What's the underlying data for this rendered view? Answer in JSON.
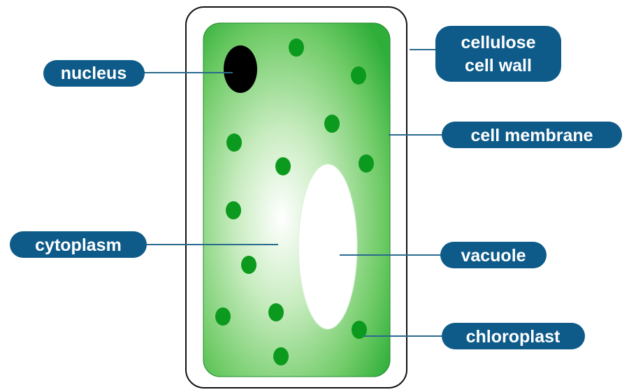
{
  "labels": {
    "nucleus": "nucleus",
    "cytoplasm": "cytoplasm",
    "cell_wall_line1": "cellulose",
    "cell_wall_line2": "cell wall",
    "cell_membrane": "cell membrane",
    "vacuole": "vacuole",
    "chloroplast": "chloroplast"
  },
  "colors": {
    "label_bg": "#0e5b8a",
    "label_text": "#ffffff",
    "leader_line": "#2a6a8e",
    "cytoplasm_edge": "#2fae3a",
    "cytoplasm_center": "#ffffff",
    "chloroplast": "#0c9a1e",
    "nucleus": "#000000",
    "vacuole": "#ffffff",
    "cell_wall": "#111111"
  },
  "icons": {
    "cell": "plant-cell",
    "nucleus": "nucleus-oval",
    "chloroplast": "green-dot"
  }
}
